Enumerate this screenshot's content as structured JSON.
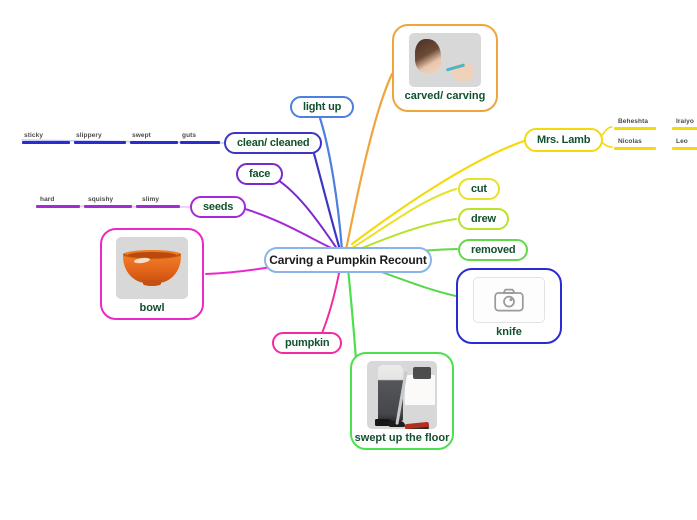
{
  "map": {
    "root": {
      "label": "Carving a Pumpkin Recount",
      "border_color": "#8ab4e8"
    },
    "nodes": [
      {
        "id": "light-up",
        "label": "light up",
        "border_color": "#4b7fe0",
        "type": "pill"
      },
      {
        "id": "clean-cleaned",
        "label": "clean/ cleaned",
        "border_color": "#3b37c4",
        "type": "pill"
      },
      {
        "id": "face",
        "label": "face",
        "border_color": "#7a29cf",
        "type": "pill"
      },
      {
        "id": "seeds",
        "label": "seeds",
        "border_color": "#a32ad6",
        "type": "pill"
      },
      {
        "id": "pumpkin",
        "label": "pumpkin",
        "border_color": "#f22ba0",
        "type": "pill"
      },
      {
        "id": "cut",
        "label": "cut",
        "border_color": "#e8e125",
        "type": "pill"
      },
      {
        "id": "drew",
        "label": "drew",
        "border_color": "#b9e22a",
        "type": "pill"
      },
      {
        "id": "removed",
        "label": "removed",
        "border_color": "#63d94a",
        "type": "pill"
      },
      {
        "id": "mrs-lamb",
        "label": "Mrs. Lamb",
        "border_color": "#f4d90b",
        "type": "pill"
      },
      {
        "id": "carved-carving",
        "label": "carved/ carving",
        "border_color": "#f0a53c",
        "type": "image-card"
      },
      {
        "id": "bowl",
        "label": "bowl",
        "border_color": "#ec28c8",
        "type": "image-card"
      },
      {
        "id": "knife",
        "label": "knife",
        "border_color": "#2b2bd4",
        "type": "placeholder-card"
      },
      {
        "id": "swept-floor",
        "label": "swept up the floor",
        "border_color": "#4de04d",
        "type": "image-card"
      }
    ],
    "word_rows": [
      {
        "id": "blue-words",
        "color": "#2b2bd4",
        "words": [
          "sticky",
          "slippery",
          "swept",
          "guts"
        ]
      },
      {
        "id": "purple-words",
        "color": "#a32ad6",
        "words": [
          "hard",
          "squishy",
          "slimy"
        ]
      }
    ],
    "student_names": {
      "color": "#f4d90b",
      "rows": [
        [
          "Beheshta",
          "Iraiyo"
        ],
        [
          "Nicolas",
          "Leo"
        ]
      ]
    },
    "icons": {
      "camera_placeholder": "camera-icon"
    }
  }
}
